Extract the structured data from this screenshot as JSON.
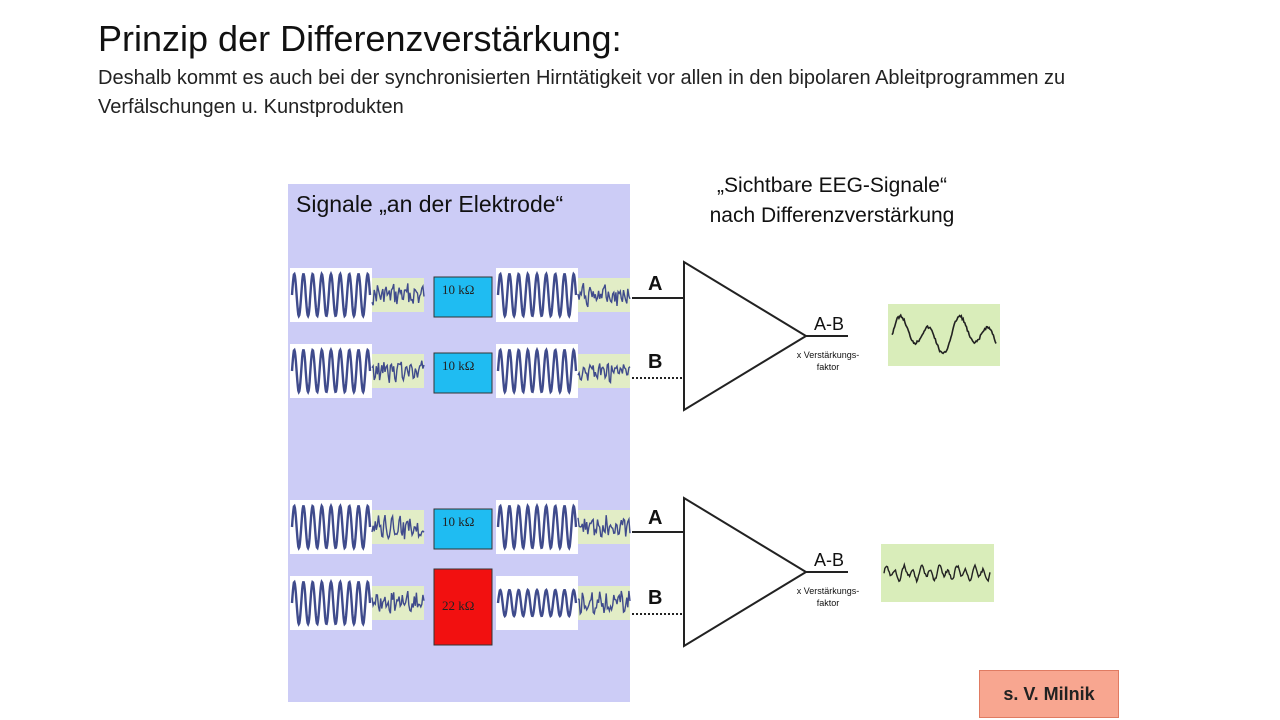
{
  "slide": {
    "title": "Prinzip der Differenzverstärkung:",
    "subtitle": "Deshalb kommt es auch bei der synchronisierten Hirntätigkeit vor allen in den bipolaren Ableitprogrammen zu Verfälschungen u. Kunstprodukten",
    "credit": "s. V. Milnik"
  },
  "diagram": {
    "left_panel_title": "Signale „an der Elektrode“",
    "right_title_line1": "„Sichtbare EEG-Signale“",
    "right_title_line2": "nach Differenzverstärkung",
    "rows": [
      {
        "resistor": "10 kΩ"
      },
      {
        "resistor": "10 kΩ"
      },
      {
        "resistor": "10 kΩ"
      },
      {
        "resistor": "22 kΩ"
      }
    ],
    "amplifiers": [
      {
        "input_a": "A",
        "input_b": "B",
        "output": "A-B",
        "factor_line1": "x Verstärkungs-",
        "factor_line2": "faktor"
      },
      {
        "input_a": "A",
        "input_b": "B",
        "output": "A-B",
        "factor_line1": "x Verstärkungs-",
        "factor_line2": "faktor"
      }
    ],
    "colors": {
      "panel": "#ccccf6",
      "resistor_normal": "#1fbcf2",
      "resistor_high": "#f21010",
      "noise_bg": "#e2edc6",
      "output_bg": "#d9edba",
      "wave": "#3f4b8c"
    }
  }
}
